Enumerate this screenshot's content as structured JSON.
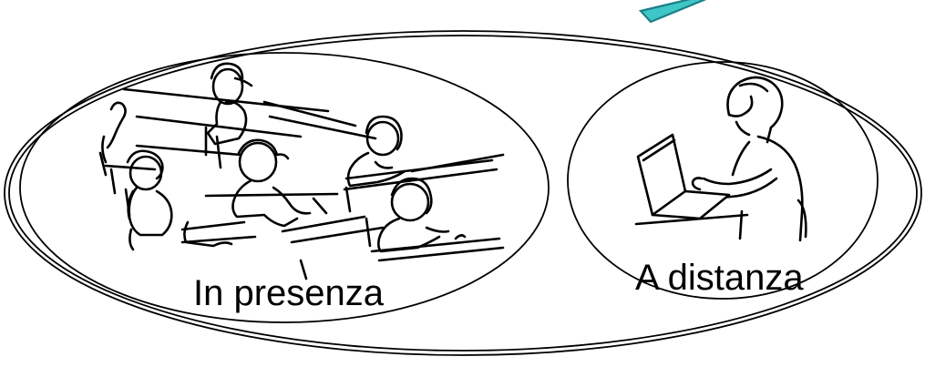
{
  "labels": {
    "in_presenza": "In presenza",
    "a_distanza": "A distanza"
  },
  "colors": {
    "callout_fill": "#3fc6c6",
    "callout_stroke": "#1a7f86",
    "outline": "#000000",
    "background": "#ffffff"
  },
  "icons": {
    "classroom": "classroom-students-illustration",
    "remote": "person-at-laptop-illustration"
  }
}
